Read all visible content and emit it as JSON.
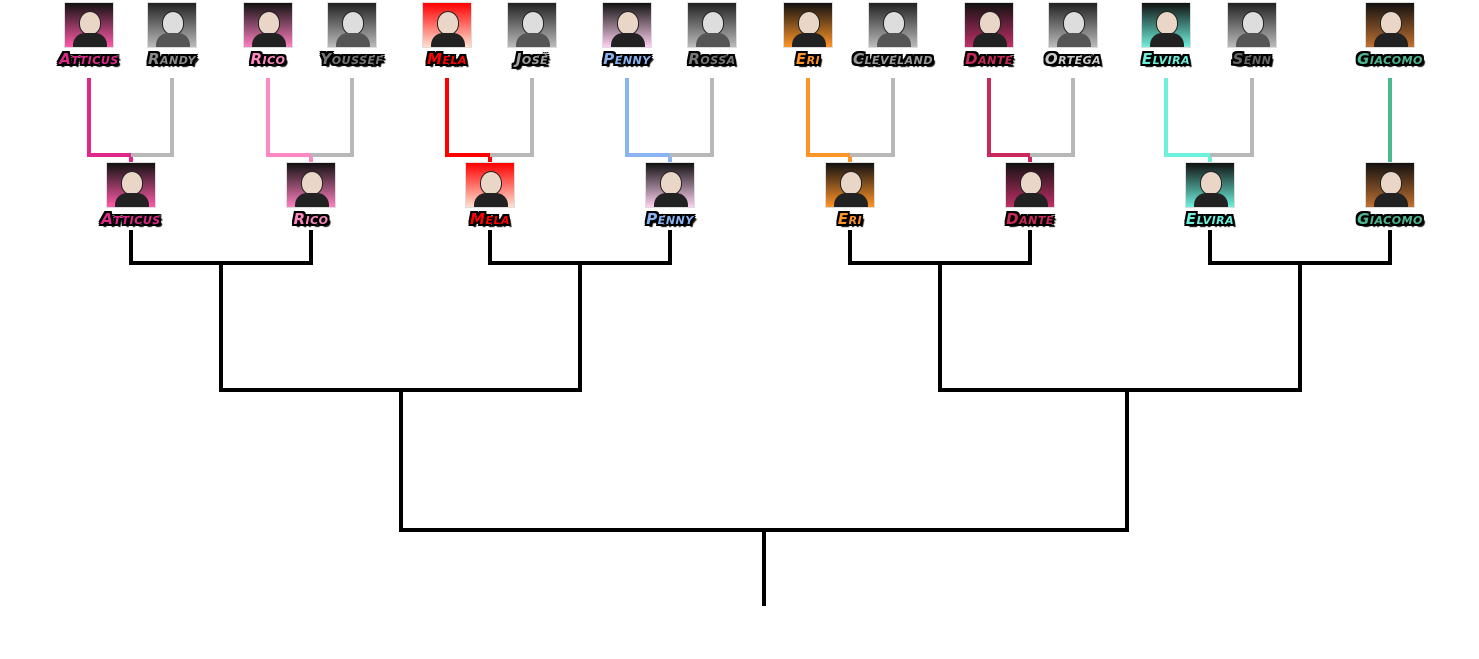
{
  "title": "Tournament bracket",
  "loser_color": "#b8b8b8",
  "bracket_color": "#000000",
  "round1": [
    {
      "a": {
        "name": "Atticus",
        "color": "#e0288a",
        "bg": [
          "#111111",
          "#ff5aa8"
        ]
      },
      "b": {
        "name": "Randy",
        "color": "#8a8a8a"
      },
      "winner": "a"
    },
    {
      "a": {
        "name": "Rico",
        "color": "#ff88c0",
        "bg": [
          "#111111",
          "#ff80c0"
        ]
      },
      "b": {
        "name": "Youssef",
        "color": "#777777"
      },
      "winner": "a"
    },
    {
      "a": {
        "name": "Mela",
        "color": "#ff0000",
        "bg": [
          "#ff0000",
          "#ffe0d0"
        ]
      },
      "b": {
        "name": "José",
        "color": "#a0a0a0"
      },
      "winner": "a"
    },
    {
      "a": {
        "name": "Penny",
        "color": "#8ab4f0",
        "bg": [
          "#111111",
          "#ffd0f0"
        ]
      },
      "b": {
        "name": "Rossa",
        "color": "#777777"
      },
      "winner": "a"
    },
    {
      "a": {
        "name": "Eri",
        "color": "#ff9428",
        "bg": [
          "#111111",
          "#ff9428"
        ]
      },
      "b": {
        "name": "Cleveland",
        "color": "#999999"
      },
      "winner": "a"
    },
    {
      "a": {
        "name": "Dante",
        "color": "#c8285a",
        "bg": [
          "#111111",
          "#c03068"
        ]
      },
      "b": {
        "name": "Ortega",
        "color": "#cccccc"
      },
      "winner": "a"
    },
    {
      "a": {
        "name": "Elvira",
        "color": "#6ef0dc",
        "bg": [
          "#111111",
          "#6ef0dc"
        ]
      },
      "b": {
        "name": "Senn",
        "color": "#666666"
      },
      "winner": "a"
    },
    {
      "a": {
        "name": "Giacomo",
        "color": "#4cb890",
        "bg": [
          "#111111",
          "#c07030"
        ]
      },
      "b": null,
      "winner": "a"
    }
  ],
  "round2": [
    "Atticus",
    "Rico",
    "Mela",
    "Penny",
    "Eri",
    "Dante",
    "Elvira",
    "Giacomo"
  ]
}
